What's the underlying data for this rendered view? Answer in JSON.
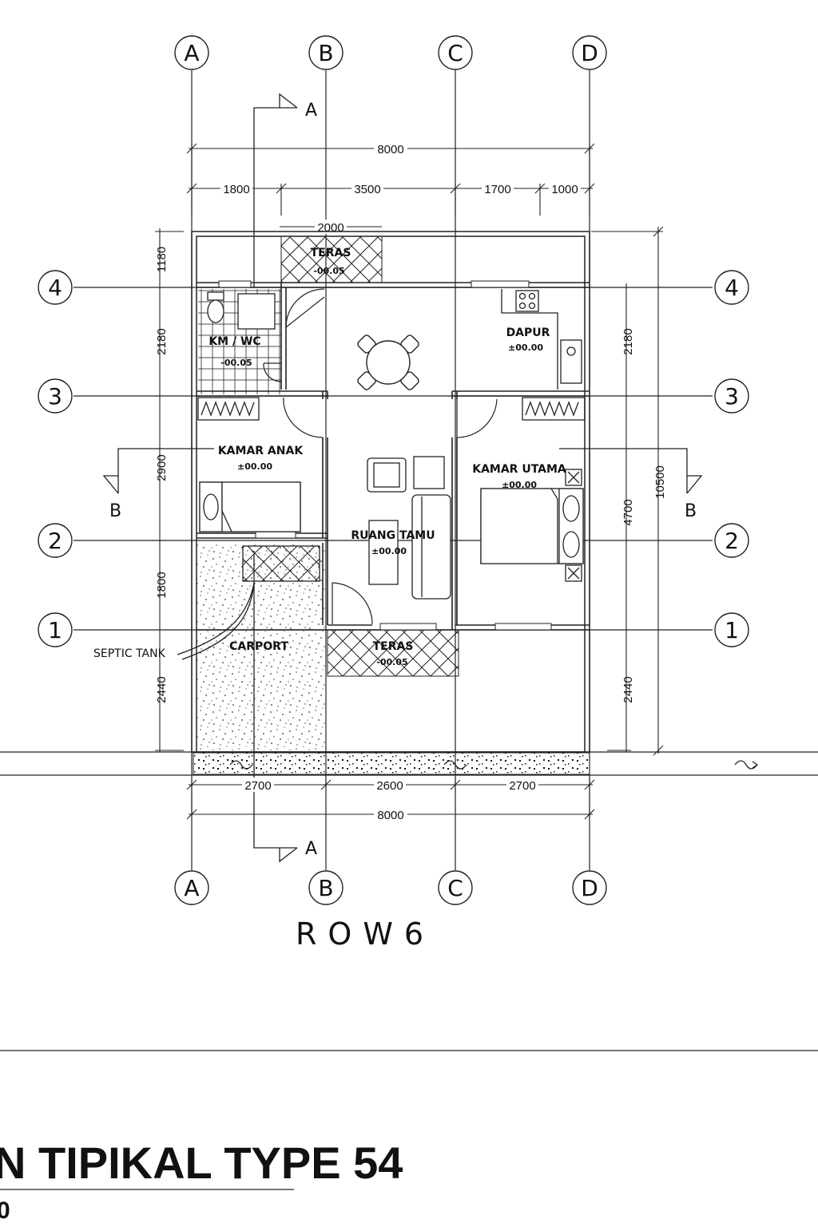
{
  "grid": {
    "columns": [
      "A",
      "B",
      "C",
      "D"
    ],
    "rows": [
      "4",
      "3",
      "2",
      "1"
    ]
  },
  "section_marks": {
    "a": "A",
    "b": "B"
  },
  "dimensions": {
    "total_width": "8000",
    "top_segments": [
      "1800",
      "3500",
      "1700",
      "1000"
    ],
    "bottom_segments": [
      "2700",
      "2600",
      "2700"
    ],
    "front_terrace_width": "2000",
    "left_vertical": [
      "1180",
      "2180",
      "2900",
      "1800",
      "2440"
    ],
    "right_vertical": [
      "2180",
      "4700",
      "2440"
    ],
    "total_depth": "10500"
  },
  "rooms": {
    "teras_back": {
      "name": "TERAS",
      "level": "-00.05"
    },
    "km_wc": {
      "name": "KM / WC",
      "level": "-00.05"
    },
    "dapur": {
      "name": "DAPUR",
      "level": "±00.00"
    },
    "kamar_anak": {
      "name": "KAMAR ANAK",
      "level": "±00.00"
    },
    "kamar_utama": {
      "name": "KAMAR UTAMA",
      "level": "±00.00"
    },
    "ruang_tamu": {
      "name": "RUANG TAMU",
      "level": "±00.00"
    },
    "carport": {
      "name": "CARPORT"
    },
    "teras_front": {
      "name": "TERAS",
      "level": "-00.05"
    }
  },
  "annotations": {
    "septic_tank": "SEPTIC TANK"
  },
  "row_label": "ROW6",
  "title": "N TIPIKAL TYPE 54",
  "subtitle": "0"
}
